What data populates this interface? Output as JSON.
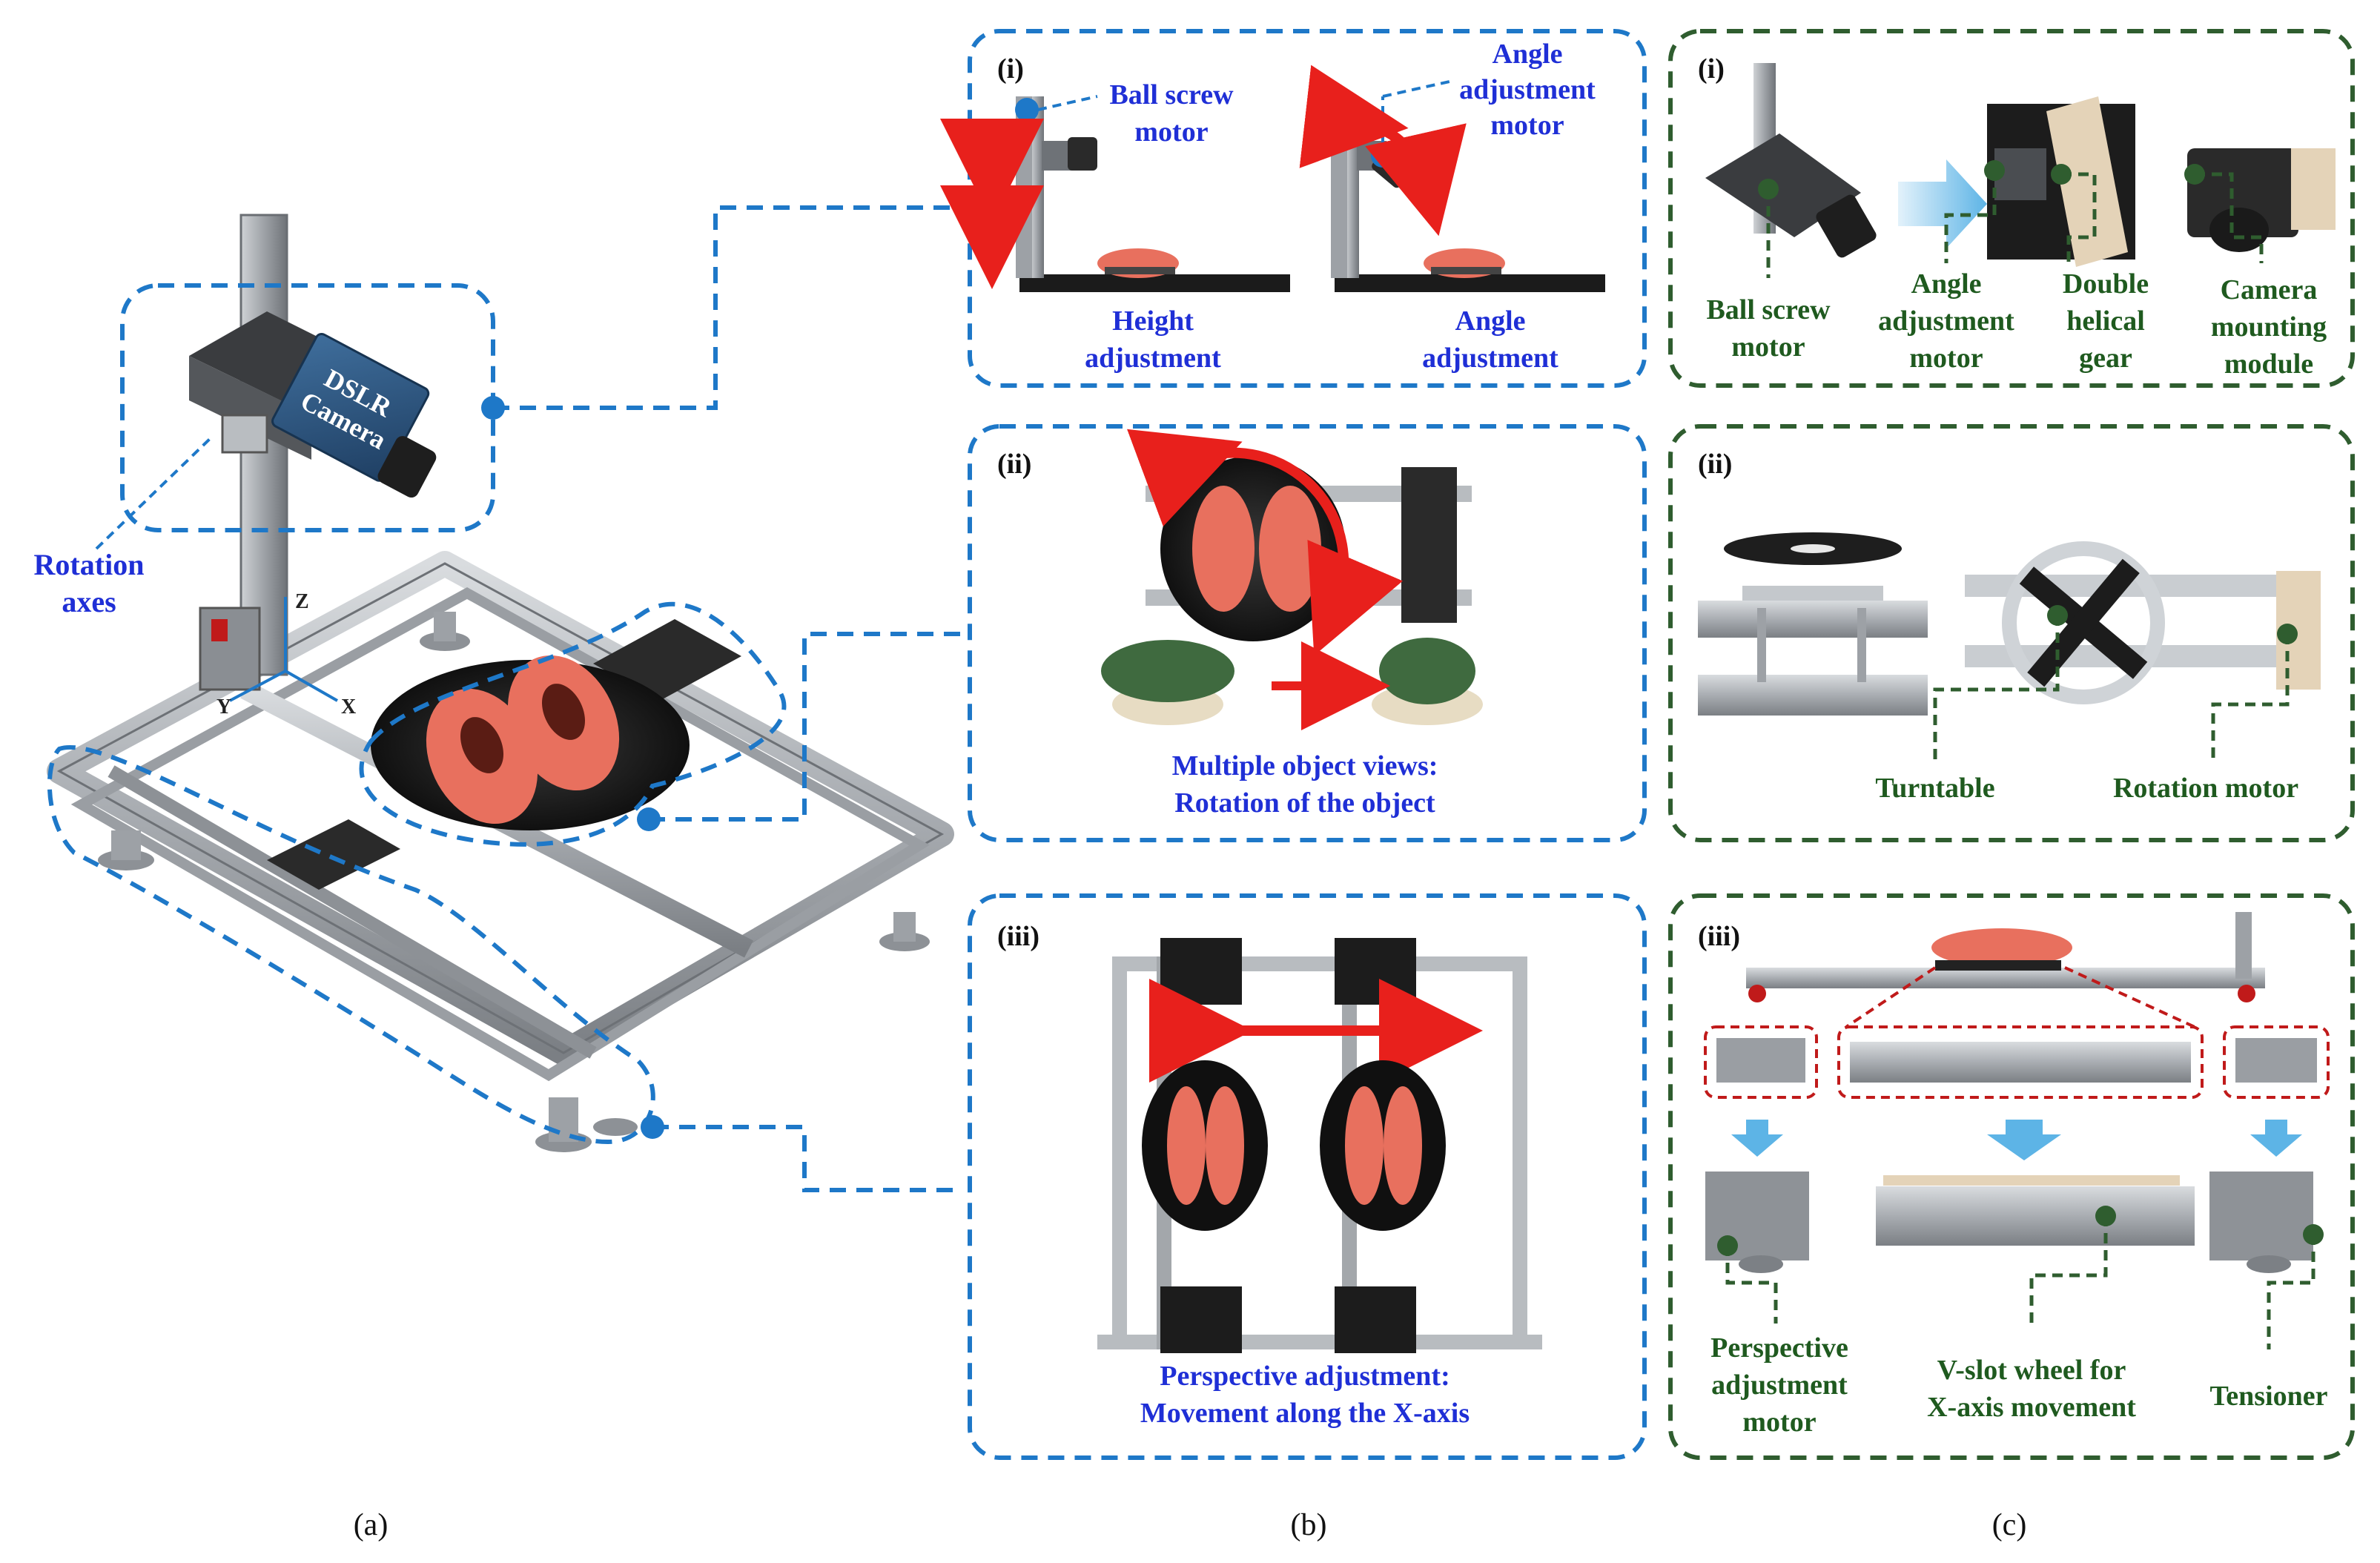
{
  "part_a": {
    "camera_label_line1": "DSLR",
    "camera_label_line2": "Camera",
    "rotation_axes_line1": "Rotation",
    "rotation_axes_line2": "axes",
    "axis_z": "Z",
    "axis_y": "Y",
    "axis_x": "X",
    "caption": "(a)"
  },
  "part_b": {
    "caption": "(b)",
    "panel_i": {
      "index": "(i)",
      "ball_screw_line1": "Ball screw",
      "ball_screw_line2": "motor",
      "angle_motor_line1": "Angle",
      "angle_motor_line2": "adjustment",
      "angle_motor_line3": "motor",
      "height_line1": "Height",
      "height_line2": "adjustment",
      "angle_adj_line1": "Angle",
      "angle_adj_line2": "adjustment"
    },
    "panel_ii": {
      "index": "(ii)",
      "caption_line1": "Multiple object views:",
      "caption_line2": "Rotation of the object"
    },
    "panel_iii": {
      "index": "(iii)",
      "caption_line1": "Perspective adjustment:",
      "caption_line2": "Movement along the X-axis"
    }
  },
  "part_c": {
    "caption": "(c)",
    "panel_i": {
      "index": "(i)",
      "ball_screw_line1": "Ball screw",
      "ball_screw_line2": "motor",
      "angle_motor_line1": "Angle",
      "angle_motor_line2": "adjustment",
      "angle_motor_line3": "motor",
      "gear_line1": "Double",
      "gear_line2": "helical",
      "gear_line3": "gear",
      "camera_mount_line1": "Camera",
      "camera_mount_line2": "mounting",
      "camera_mount_line3": "module"
    },
    "panel_ii": {
      "index": "(ii)",
      "turntable": "Turntable",
      "rotation_motor": "Rotation motor"
    },
    "panel_iii": {
      "index": "(iii)",
      "persp_line1": "Perspective",
      "persp_line2": "adjustment",
      "persp_line3": "motor",
      "vslot_line1": "V-slot wheel for",
      "vslot_line2": "X-axis movement",
      "tensioner": "Tensioner"
    }
  },
  "colors": {
    "blue_dash": "#1e78c8",
    "green_dash": "#2f5d2f",
    "blue_text": "#1f2fd6",
    "green_text": "#1f5a1f",
    "red_arrow": "#e8201c",
    "shoe": "#e8705e"
  }
}
